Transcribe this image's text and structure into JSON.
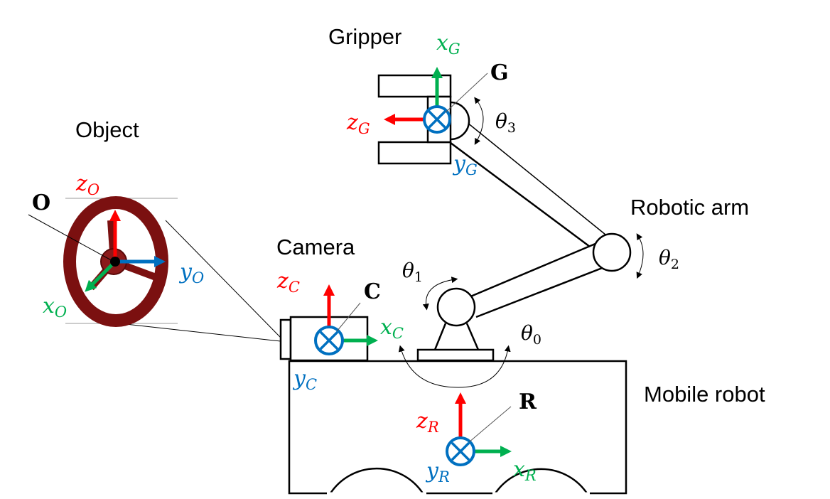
{
  "diagram": {
    "colors": {
      "x_axis": "#00B050",
      "y_axis": "#0070C0",
      "z_axis": "#FF0000",
      "object_body": "#7B1010",
      "line": "#000000"
    },
    "components": {
      "object": "Object",
      "gripper": "Gripper",
      "robotic_arm": "Robotic arm",
      "camera": "Camera",
      "mobile_robot": "Mobile robot"
    },
    "frames": {
      "object": {
        "name": "O",
        "x": "x",
        "y": "y",
        "z": "z",
        "sub": "O"
      },
      "gripper": {
        "name": "G",
        "x": "x",
        "y": "y",
        "z": "z",
        "sub": "G"
      },
      "camera": {
        "name": "C",
        "x": "x",
        "y": "y",
        "z": "z",
        "sub": "C"
      },
      "robot": {
        "name": "R",
        "x": "x",
        "y": "y",
        "z": "z",
        "sub": "R"
      }
    },
    "joints": [
      {
        "symbol": "θ",
        "sub": "0"
      },
      {
        "symbol": "θ",
        "sub": "1"
      },
      {
        "symbol": "θ",
        "sub": "2"
      },
      {
        "symbol": "θ",
        "sub": "3"
      }
    ]
  }
}
